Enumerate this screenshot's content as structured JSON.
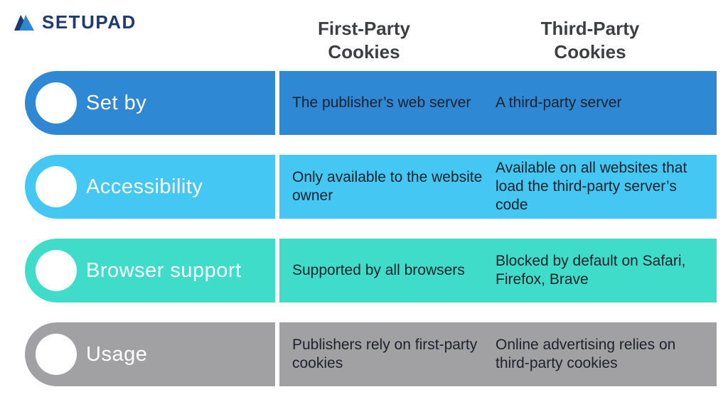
{
  "brand": {
    "name": "SETUPAD",
    "text_color": "#1e3a6e",
    "icon": "setupad-logo-icon",
    "icon_colors": [
      "#1e3a6e",
      "#2d87d3"
    ]
  },
  "headers": {
    "first": "First-Party Cookies",
    "third": "Third-Party Cookies"
  },
  "rows": [
    {
      "label": "Set by",
      "color": "#2e88d4",
      "first_party": "The publisher’s web server",
      "third_party": "A third-party server"
    },
    {
      "label": "Accessibility",
      "color": "#44c7f2",
      "first_party": "Only available to the website owner",
      "third_party": "Available on all websites that load the third-party server’s code"
    },
    {
      "label": "Browser support",
      "color": "#3fdcca",
      "first_party": "Supported by all browsers",
      "third_party": "Blocked by default on Safari, Firefox, Brave"
    },
    {
      "label": "Usage",
      "color": "#a1a1a3",
      "first_party": "Publishers rely on first-party cookies",
      "third_party": "Online advertising relies on third-party cookies"
    }
  ]
}
